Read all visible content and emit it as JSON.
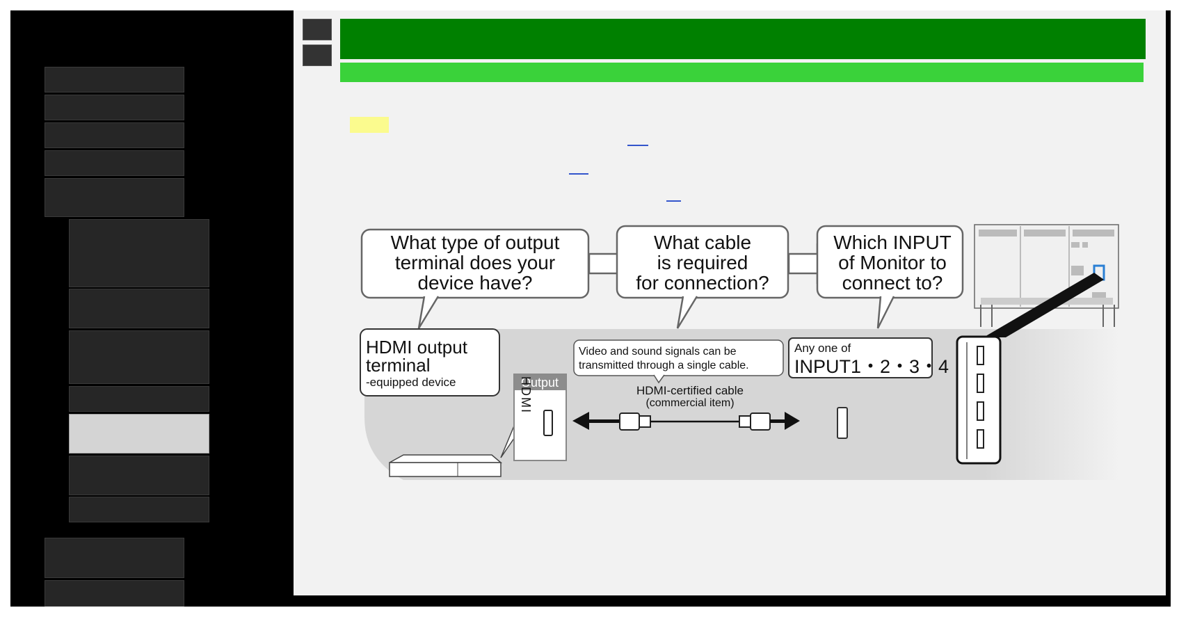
{
  "diagram": {
    "q1": [
      "What type of output",
      "terminal does your",
      "device have?"
    ],
    "q2": [
      "What cable",
      "is required",
      "for connection?"
    ],
    "q3": [
      "Which INPUT",
      "of Monitor to",
      "connect to?"
    ],
    "device_title": [
      "HDMI output",
      "terminal"
    ],
    "device_sub": "-equipped device",
    "signal_note": [
      "Video and sound signals can be",
      "transmitted through a single cable."
    ],
    "output_label": "Output",
    "hdmi_vertical": "HDMI",
    "cable_name": "HDMI-certified cable",
    "cable_sub": "(commercial item)",
    "input_prefix": "Any one of",
    "input_list": "INPUT1・2・3・4"
  },
  "colors": {
    "title_bar": "#008000",
    "sub_bar": "#3ad23a",
    "note_highlight": "#fbfb8e",
    "link": "#3355cc",
    "active_nav": "#d4d4d4",
    "port_highlight": "#2a7fd4"
  }
}
